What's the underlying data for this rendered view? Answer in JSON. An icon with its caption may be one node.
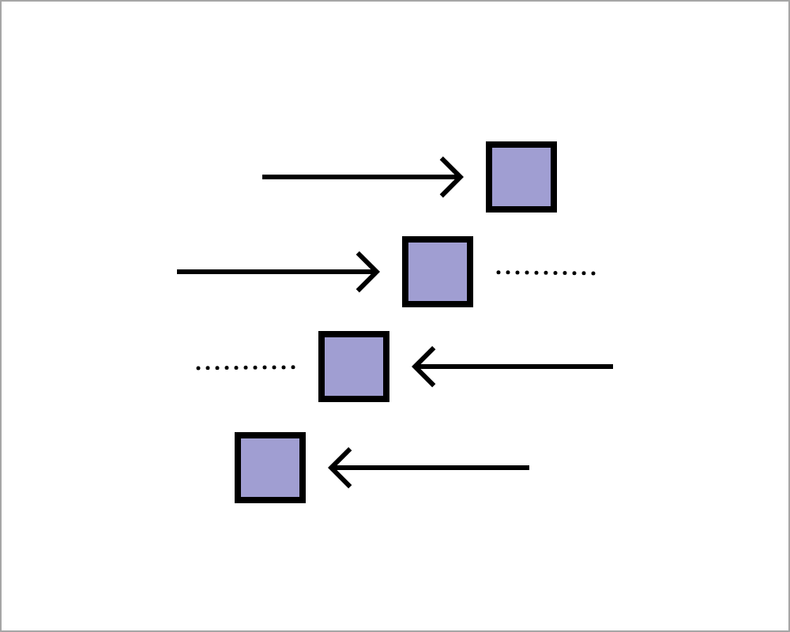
{
  "diagram": {
    "nodes": [
      {
        "text": [],
        "shape": "box"
      },
      {
        "text": [],
        "shape": "box"
      },
      {
        "text": [],
        "shape": "box"
      },
      {
        "text": [],
        "shape": "box"
      }
    ],
    "edges": [
      {
        "from": null,
        "to": 0,
        "arrow": "to"
      },
      {
        "from": null,
        "to": 1,
        "arrow": "to"
      },
      {
        "from": 1,
        "to": null,
        "arrow": "none",
        "style": "dashed"
      },
      {
        "from": 2,
        "to": null,
        "arrow": "none",
        "style": "dashed"
      },
      {
        "from": null,
        "to": 2,
        "arrow": "to"
      },
      {
        "from": null,
        "to": 3,
        "arrow": "to"
      }
    ]
  }
}
